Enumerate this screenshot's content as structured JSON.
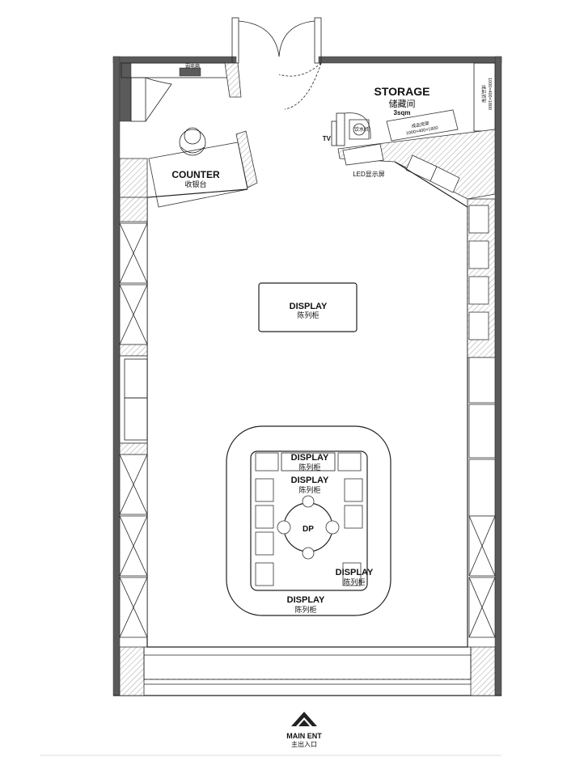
{
  "rooms": {
    "storage": {
      "name_en": "STORAGE",
      "name_cn": "储藏间",
      "area": "3sqm"
    },
    "counter": {
      "name_en": "COUNTER",
      "name_cn": "收银台"
    },
    "display_center": {
      "name_en": "DISPLAY",
      "name_cn": "陈列柜"
    },
    "display_island_top": {
      "name_en": "DISPLAY",
      "name_cn": "陈列柜"
    },
    "display_island_mid": {
      "name_en": "DISPLAY",
      "name_cn": "陈列柜"
    },
    "display_island_right": {
      "name_en": "DISPLAY",
      "name_cn": "陈列柜"
    },
    "display_island_bottom": {
      "name_en": "DISPLAY",
      "name_cn": "陈列柜"
    },
    "dp": {
      "name": "DP"
    }
  },
  "fixtures": {
    "tv": "TV",
    "led_screen": "LED显示屏",
    "water_dispenser": "饮水机",
    "cabinet_label": "弱电箱",
    "shelf_label": "成品货架",
    "shelf_dims": "1000×400×1800",
    "side_shelf_label": "成品货架",
    "side_shelf_dims": "1000×400×1800"
  },
  "entrance": {
    "name_en": "MAIN ENT",
    "name_cn": "主出入口"
  },
  "colors": {
    "line": "#222222",
    "wall": "#5a5a5a",
    "background": "#ffffff"
  }
}
